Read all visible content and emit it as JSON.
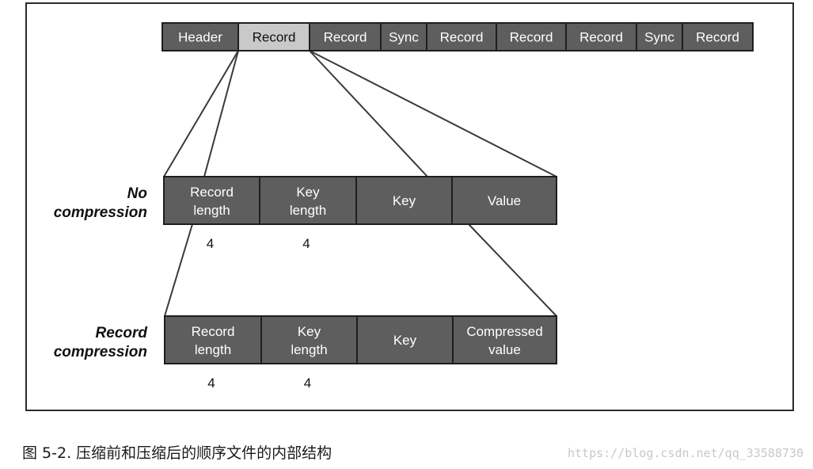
{
  "top_row": {
    "cells": [
      "Header",
      "Record",
      "Record",
      "Sync",
      "Record",
      "Record",
      "Record",
      "Sync",
      "Record"
    ],
    "highlight_index": 1
  },
  "rows": [
    {
      "label": [
        "No",
        "compression"
      ],
      "cells": [
        [
          "Record",
          "length"
        ],
        [
          "Key",
          "length"
        ],
        [
          "Key"
        ],
        [
          "Value"
        ]
      ],
      "sizes": [
        "4",
        "4"
      ]
    },
    {
      "label": [
        "Record",
        "compression"
      ],
      "cells": [
        [
          "Record",
          "length"
        ],
        [
          "Key",
          "length"
        ],
        [
          "Key"
        ],
        [
          "Compressed",
          "value"
        ]
      ],
      "sizes": [
        "4",
        "4"
      ]
    }
  ],
  "caption": "图 5-2. 压缩前和压缩后的顺序文件的内部结构",
  "watermark": "https://blog.csdn.net/qq_33588730",
  "colors": {
    "cell_fill": "#5e5e5e",
    "cell_highlight": "#c9c9c9",
    "border": "#1e1e1e",
    "line": "#3a3a3a"
  }
}
